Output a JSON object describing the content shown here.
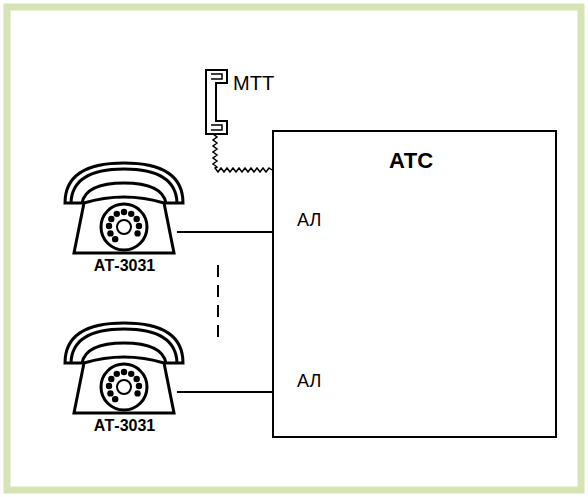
{
  "diagram": {
    "nodes": [
      {
        "text": [
          "МТТ"
        ]
      },
      {
        "text": [
          "АТС"
        ]
      },
      {
        "text": [
          "АТ-3031"
        ]
      },
      {
        "text": [
          "АТ-3031"
        ]
      }
    ],
    "edges": [
      {
        "from": 0,
        "to": 1,
        "arrow": "none"
      },
      {
        "from": 2,
        "to": 1,
        "arrow": "none"
      },
      {
        "from": 3,
        "to": 1,
        "arrow": "none"
      }
    ],
    "labels": [
      "АЛ",
      "АЛ"
    ]
  }
}
